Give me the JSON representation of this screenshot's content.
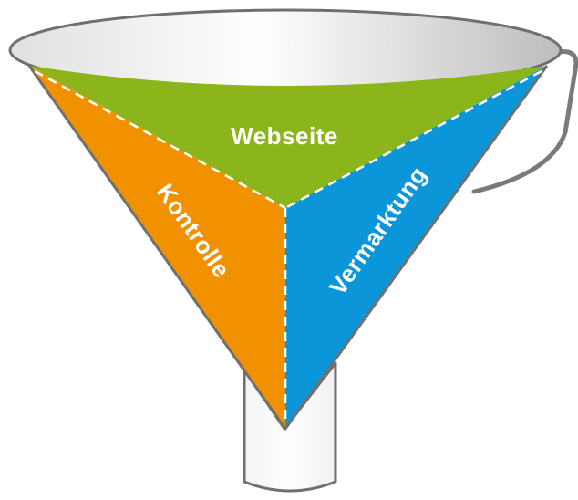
{
  "funnel": {
    "segments": [
      {
        "id": "top",
        "label": "Webseite",
        "color": "#8cb51b"
      },
      {
        "id": "left",
        "label": "Kontrolle",
        "color": "#f29100"
      },
      {
        "id": "right",
        "label": "Vermarktung",
        "color": "#0a96d8"
      }
    ],
    "outline_color": "#707070",
    "divider_style": "white dashed"
  }
}
